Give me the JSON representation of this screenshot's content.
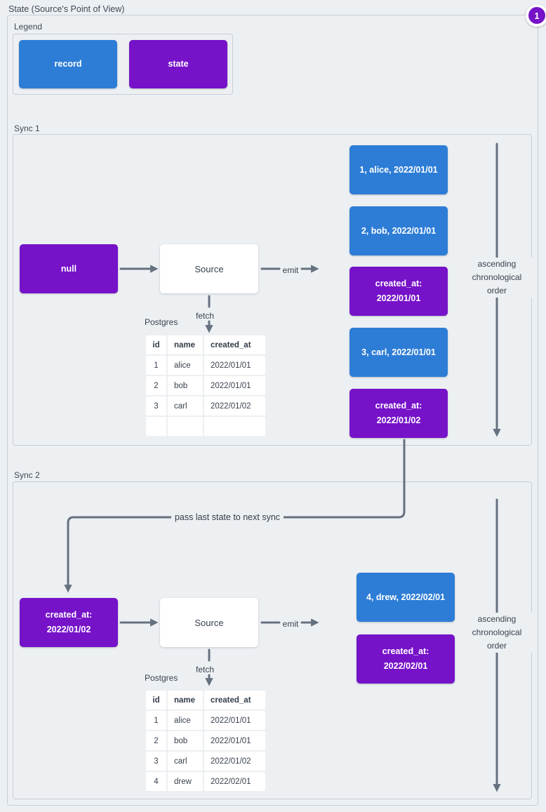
{
  "title": "State (Source's Point of View)",
  "badge": "1",
  "legend": {
    "label": "Legend",
    "record_label": "record",
    "state_label": "state"
  },
  "sync1": {
    "label": "Sync 1",
    "input_state": "null",
    "source": "Source",
    "emit": "emit",
    "fetch": "fetch",
    "postgres": "Postgres",
    "records": [
      {
        "type": "record",
        "label": "1, alice, 2022/01/01"
      },
      {
        "type": "record",
        "label": "2, bob, 2022/01/01"
      },
      {
        "type": "state",
        "label": "created_at: 2022/01/01"
      },
      {
        "type": "record",
        "label": "3, carl, 2022/01/01"
      },
      {
        "type": "state",
        "label": "created_at: 2022/01/02"
      }
    ],
    "order_note": {
      "line1": "ascending",
      "line2": "chronological",
      "line3": "order"
    },
    "table": {
      "headers": [
        "id",
        "name",
        "created_at"
      ],
      "rows": [
        [
          "1",
          "alice",
          "2022/01/01"
        ],
        [
          "2",
          "bob",
          "2022/01/01"
        ],
        [
          "3",
          "carl",
          "2022/01/02"
        ],
        [
          "",
          "",
          ""
        ]
      ]
    }
  },
  "connector_label": "pass last state to next sync",
  "sync2": {
    "label": "Sync 2",
    "input_state": "created_at: 2022/01/02",
    "source": "Source",
    "emit": "emit",
    "fetch": "fetch",
    "postgres": "Postgres",
    "records": [
      {
        "type": "record",
        "label": "4, drew, 2022/02/01"
      },
      {
        "type": "state",
        "label": "created_at: 2022/02/01"
      }
    ],
    "order_note": {
      "line1": "ascending",
      "line2": "chronological",
      "line3": "order"
    },
    "table": {
      "headers": [
        "id",
        "name",
        "created_at"
      ],
      "rows": [
        [
          "1",
          "alice",
          "2022/01/01"
        ],
        [
          "2",
          "bob",
          "2022/01/01"
        ],
        [
          "3",
          "carl",
          "2022/01/02"
        ],
        [
          "4",
          "drew",
          "2022/02/01"
        ]
      ]
    }
  },
  "colors": {
    "record": "#2d7dd6",
    "state": "#7612c8",
    "arrow": "#66717f",
    "background": "#edf0f3"
  }
}
